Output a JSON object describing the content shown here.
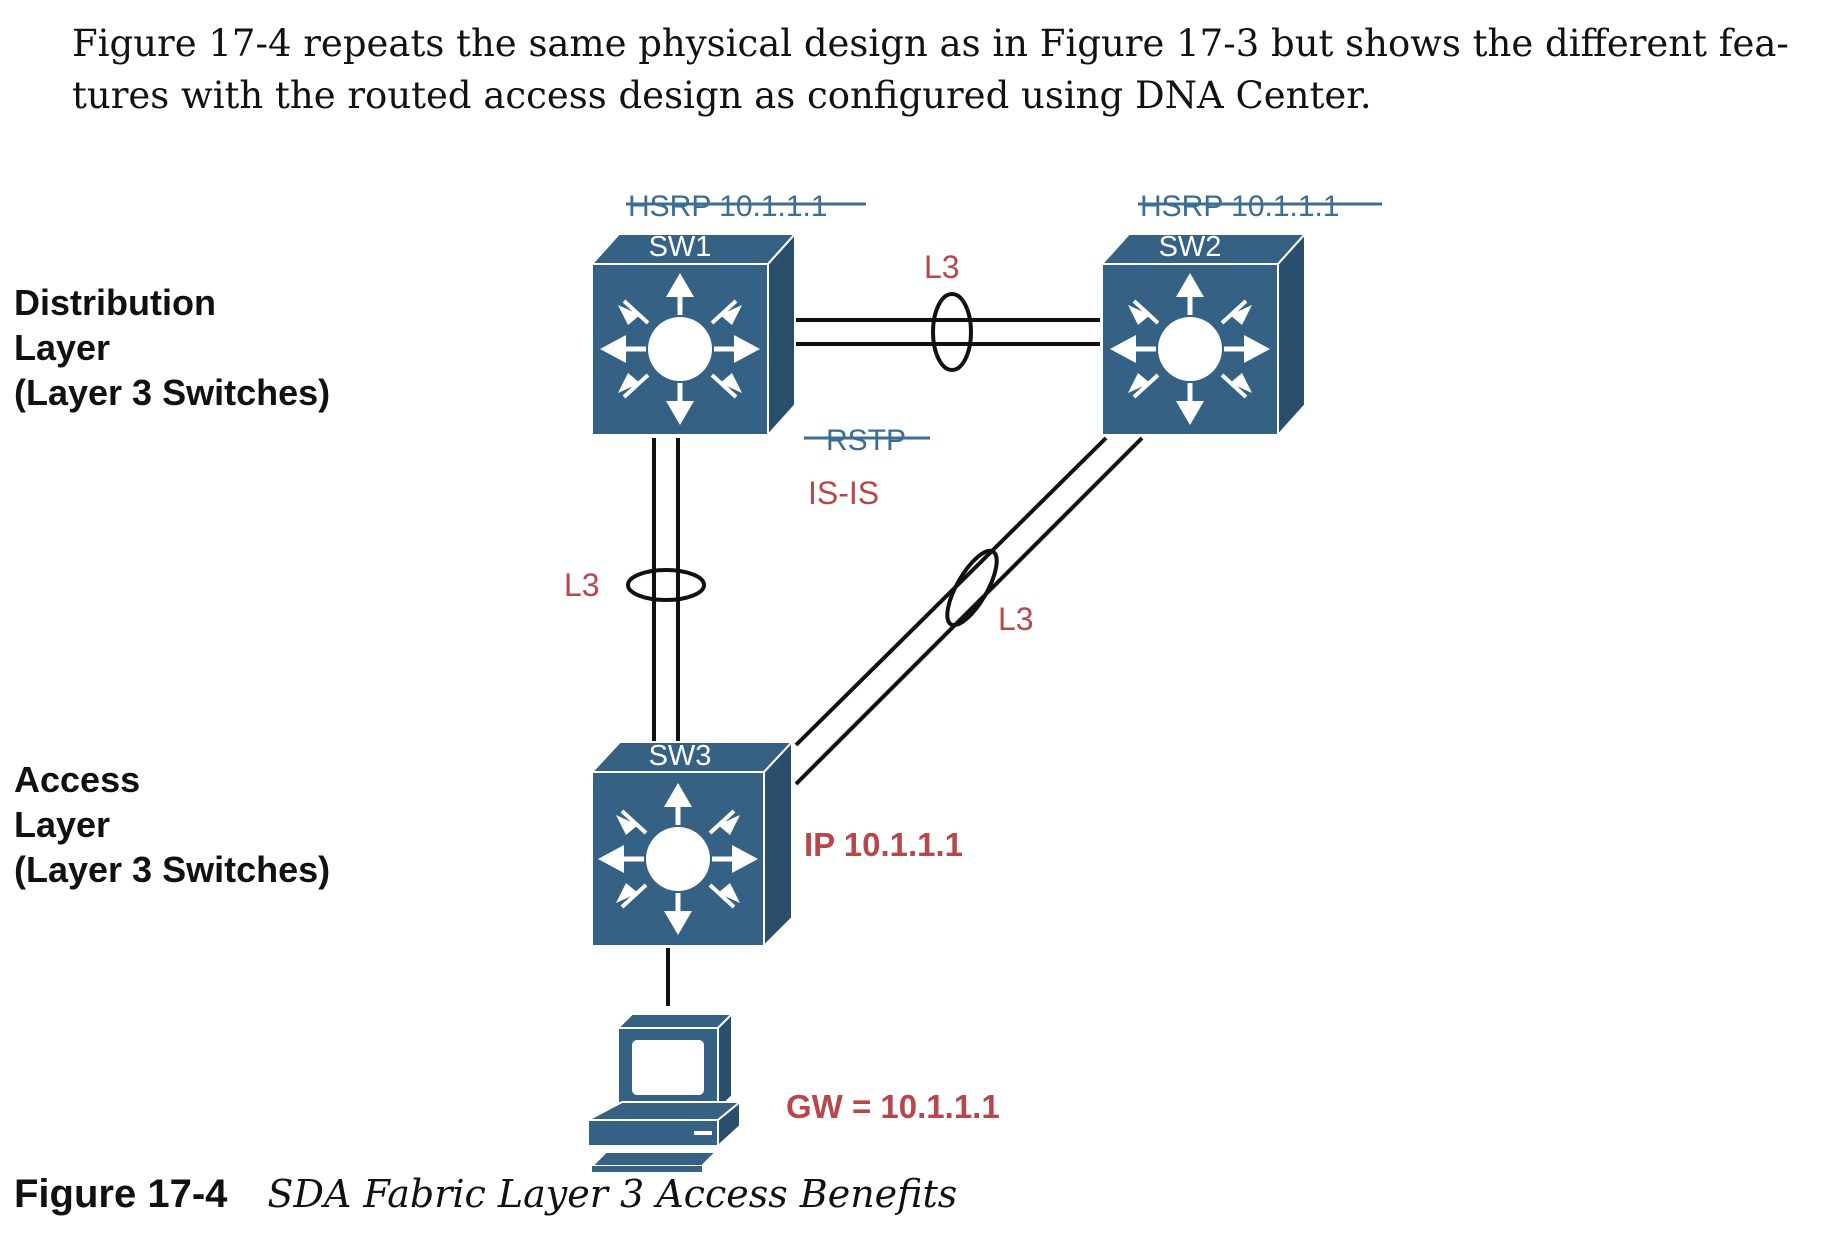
{
  "intro": {
    "line1": "Figure 17-4 repeats the same physical design as in Figure 17-3 but shows the different fea-",
    "line2": "tures with the routed access design as configured using DNA Center."
  },
  "layers": {
    "distribution": [
      "Distribution",
      "Layer",
      "(Layer 3 Switches)"
    ],
    "access": [
      "Access",
      "Layer",
      "(Layer 3 Switches)"
    ]
  },
  "switches": {
    "sw1": {
      "name": "SW1",
      "struck_label": "HSRP 10.1.1.1"
    },
    "sw2": {
      "name": "SW2",
      "struck_label": "HSRP 10.1.1.1"
    },
    "sw3": {
      "name": "SW3"
    }
  },
  "links": {
    "sw1_sw2": "L3",
    "sw1_sw3": "L3",
    "sw2_sw3": "L3"
  },
  "protocols": {
    "struck": "RSTP",
    "active": "IS-IS"
  },
  "access_ip": "IP 10.1.1.1",
  "pc_gateway": "GW = 10.1.1.1",
  "caption": {
    "number": "Figure 17-4",
    "title": "SDA Fabric Layer 3 Access Benefits"
  },
  "colors": {
    "switch_face": "#356184",
    "struck_text": "#3c6d93",
    "accent_red": "#b8464b",
    "line": "#111111"
  }
}
